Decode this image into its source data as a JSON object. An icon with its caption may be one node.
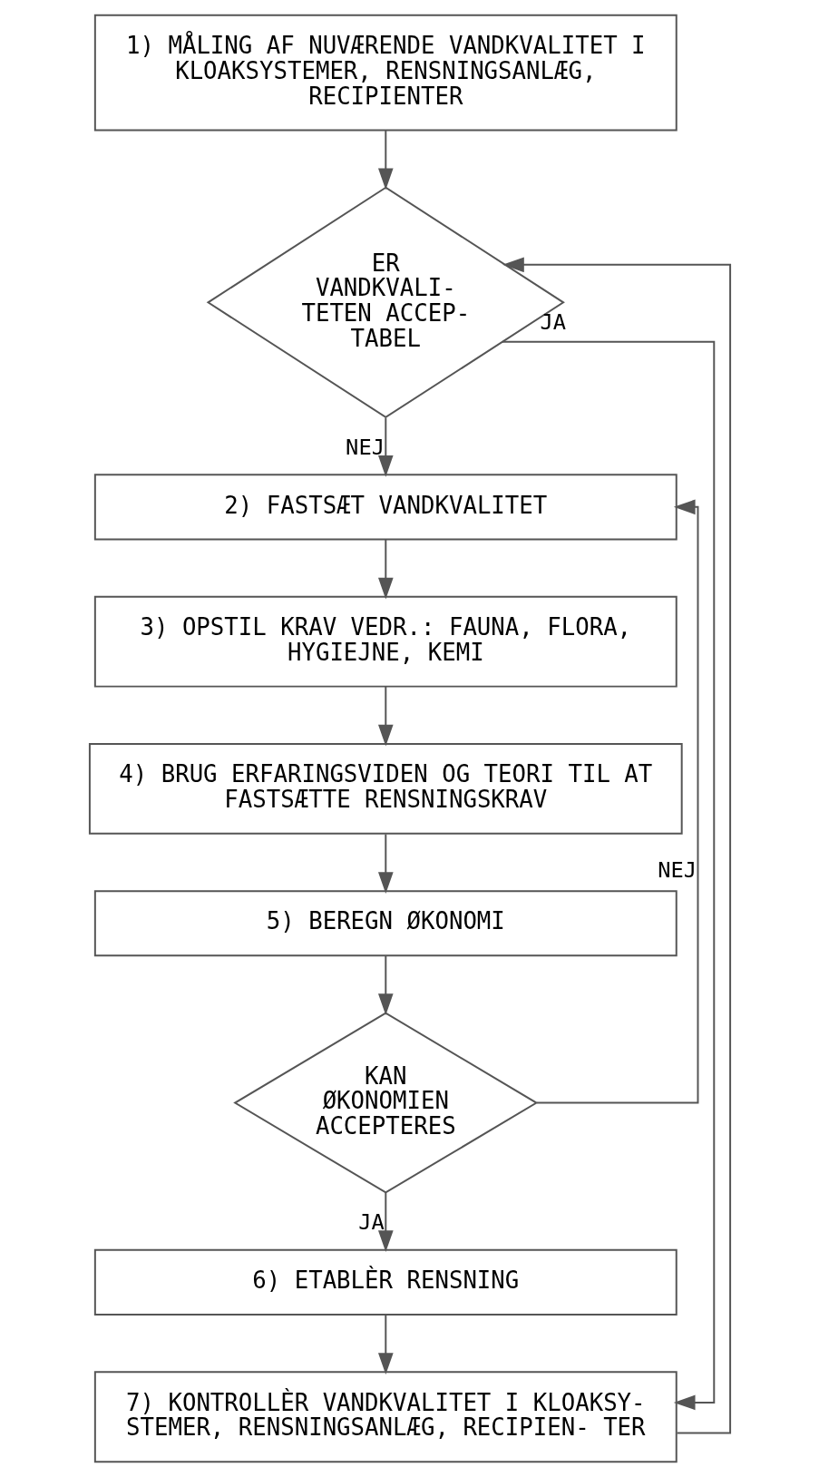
{
  "diagram": {
    "nodes": [
      {
        "text": [
          "1) MÅLING AF NUVÆRENDE VANDKVALITET I KLOAKSYSTEMER, RENSNINGSANLÆG, RECIPIENTER"
        ]
      },
      {
        "text": [
          "ER VANDKVALI- TETEN ACCEP- TABEL"
        ]
      },
      {
        "text": [
          "2) FASTSÆT VANDKVALITET"
        ]
      },
      {
        "text": [
          "3) OPSTIL KRAV VEDR.: FAUNA, FLORA, HYGIEJNE, KEMI"
        ]
      },
      {
        "text": [
          "4) BRUG ERFARINGSVIDEN OG TEORI TIL AT FASTSÆTTE RENSNINGSKRAV"
        ]
      },
      {
        "text": [
          "5) BEREGN ØKONOMI"
        ]
      },
      {
        "text": [
          "KAN ØKONOMIEN ACCEPTERES"
        ]
      },
      {
        "text": [
          "6) ETABLÈR RENSNING"
        ]
      },
      {
        "text": [
          "7) KONTROLLÈR VANDKVALITET I KLOAKSY- STEMER, RENSNINGSANLÆG, RECIPIEN- TER"
        ]
      }
    ],
    "edges": [
      {
        "from": 0,
        "to": 1,
        "arrow": "to"
      },
      {
        "from": 1,
        "to": 2,
        "arrow": "to",
        "label": "NEJ"
      },
      {
        "from": 2,
        "to": 3,
        "arrow": "to"
      },
      {
        "from": 3,
        "to": 4,
        "arrow": "to"
      },
      {
        "from": 4,
        "to": 5,
        "arrow": "to"
      },
      {
        "from": 5,
        "to": 6,
        "arrow": "to"
      },
      {
        "from": 6,
        "to": 2,
        "arrow": "to",
        "label": "NEJ"
      },
      {
        "from": 6,
        "to": 7,
        "arrow": "to",
        "label": "JA"
      },
      {
        "from": 7,
        "to": 8,
        "arrow": "to"
      },
      {
        "from": 1,
        "to": 8,
        "arrow": "to",
        "label": "JA"
      },
      {
        "from": 8,
        "to": 1,
        "arrow": "to"
      }
    ]
  }
}
